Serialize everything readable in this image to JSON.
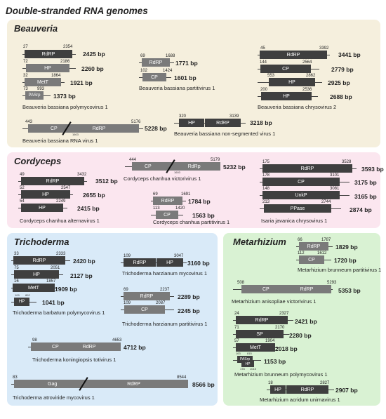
{
  "title": "Double-stranded RNA genomes",
  "panels": {
    "beauveria": {
      "title": "Beauveria",
      "viruses": {
        "v1": "Beauveria bassiana polymycovirus 1",
        "v2": "Beauveria bassiana partitivirus 1",
        "v3": "Beauveria bassiana chrysovirus 2",
        "v4": "Beauveria bassiana RNA virus 1",
        "v5": "Beauveria bassiana non-segmented virus 1"
      },
      "segments": {
        "s1": {
          "label": "RdRP",
          "start": "27",
          "end": "2354",
          "bp": "2425 bp"
        },
        "s2": {
          "label": "HP",
          "start": "72",
          "end": "2186",
          "bp": "2260 bp"
        },
        "s3": {
          "label": "MetT",
          "start": "32",
          "end": "1864",
          "bp": "1921 bp"
        },
        "s4": {
          "label": "PASrp",
          "start": "73",
          "end": "993",
          "bp": "1373 bp"
        },
        "s5": {
          "label": "RdRP",
          "start": "69",
          "end": "1688",
          "bp": "1771 bp"
        },
        "s6": {
          "label": "CP",
          "start": "102",
          "end": "1424",
          "bp": "1601 bp"
        },
        "s7": {
          "label": "RdRP",
          "start": "45",
          "end": "3392",
          "bp": "3441 bp"
        },
        "s8": {
          "label": "CP",
          "start": "144",
          "end": "2564",
          "bp": "2779 bp"
        },
        "s9": {
          "label": "HP",
          "start": "553",
          "end": "2862",
          "bp": "2925 bp"
        },
        "s10": {
          "label": "HP",
          "start": "200",
          "end": "2536",
          "bp": "2688 bp"
        },
        "s11": {
          "label1": "CP",
          "label2": "RdRP",
          "start": "443",
          "end": "5176",
          "bp": "5228 bp",
          "mid": "1603"
        },
        "s12": {
          "label1": "HP",
          "label2": "RdRP",
          "start": "320",
          "end": "3139",
          "bp": "3218 bp"
        }
      }
    },
    "cordyceps": {
      "title": "Cordyceps",
      "viruses": {
        "v1": "Cordyceps chanhua alternavirus 1",
        "v2": "Cordyceps chanhua victorivirus 1",
        "v3": "Cordyceps chanhua partitivirus 1",
        "v4": "Isaria javanica chrysovirus 1"
      },
      "segments": {
        "s1": {
          "label": "RdRP",
          "start": "49",
          "end": "3432",
          "bp": "3512 bp"
        },
        "s2": {
          "label": "HP",
          "start": "52",
          "end": "2547",
          "bp": "2655 bp"
        },
        "s3": {
          "label": "HP",
          "start": "54",
          "end": "2249",
          "bp": "2415 bp"
        },
        "s4": {
          "label1": "CP",
          "label2": "RdRp",
          "start": "444",
          "end": "5179",
          "bp": "5232 bp",
          "mid": "1603"
        },
        "s5": {
          "label": "RdRP",
          "start": "69",
          "end": "1691",
          "bp": "1784 bp"
        },
        "s6": {
          "label": "CP",
          "start": "113",
          "end": "1420",
          "bp": "1563 bp"
        },
        "s7": {
          "label": "RdRP",
          "start": "175",
          "end": "3528",
          "bp": "3593 bp"
        },
        "s8": {
          "label": "CP",
          "start": "178",
          "end": "3101",
          "bp": "3175 bp"
        },
        "s9": {
          "label": "UnkP",
          "start": "148",
          "end": "3081",
          "bp": "3165 bp"
        },
        "s10": {
          "label": "PPase",
          "start": "213",
          "end": "2744",
          "bp": "2874 bp"
        }
      }
    },
    "trichoderma": {
      "title": "Trichoderma",
      "viruses": {
        "v1": "Trichoderma barbatum polymycovirus 1",
        "v2": "Trichoderma harzianum mycovirus 1",
        "v3": "Trichoderma harzianum partitivirus 1",
        "v4": "Trichoderma koningiopsis totivirus 1",
        "v5": "Trichoderma atroviride mycovirus 1"
      },
      "segments": {
        "s1": {
          "label": "RdRP",
          "start": "33",
          "end": "2333",
          "bp": "2420 bp"
        },
        "s2": {
          "label": "HP",
          "start": "75",
          "end": "2051",
          "bp": "2127 bp"
        },
        "s3": {
          "label": "MetT",
          "start": "16",
          "end": "1857",
          "bp": "1909 bp"
        },
        "s4": {
          "label": "HP",
          "start": "109",
          "end": "892",
          "bp": "1041 bp"
        },
        "s5": {
          "label1": "RdRP",
          "label2": "HP",
          "start": "109",
          "end": "3047",
          "bp": "3160 bp"
        },
        "s6": {
          "label": "RdRP",
          "start": "69",
          "end": "2237",
          "bp": "2289 bp"
        },
        "s7": {
          "label": "CP",
          "start": "109",
          "end": "2087",
          "bp": "2245 bp"
        },
        "s8": {
          "label1": "CP",
          "label2": "RdRP",
          "start": "98",
          "end": "4653",
          "bp": "4712 bp"
        },
        "s9": {
          "label1": "Gag",
          "label2": "RdRP",
          "start": "83",
          "end": "8544",
          "bp": "8566 bp"
        }
      }
    },
    "metarhizium": {
      "title": "Metarhizium",
      "viruses": {
        "v1": "Metarhizium brunneum partitivirus 1",
        "v2": "Metarhizium anisopliae victorivirus 1",
        "v3": "Metarhizium brunneum polymycovirus 1",
        "v4": "Metarhizium acridum unirnavirus 1"
      },
      "segments": {
        "s1": {
          "label": "RdRP",
          "start": "66",
          "end": "1787",
          "bp": "1829 bp"
        },
        "s2": {
          "label": "CP",
          "start": "112",
          "end": "1612",
          "bp": "1720 bp"
        },
        "s3": {
          "label1": "CP",
          "label2": "RdRP",
          "start": "508",
          "end": "5293",
          "bp": "5353 bp"
        },
        "s4": {
          "label": "RdRP",
          "start": "24",
          "end": "2327",
          "bp": "2421 bp"
        },
        "s5": {
          "label": "SP",
          "start": "71",
          "end": "2170",
          "bp": "2280 bp"
        },
        "s6": {
          "label": "MetT",
          "start": "57",
          "end": "1904",
          "bp": "2018 bp"
        },
        "s7": {
          "label1": "PASrp",
          "label2": "HP",
          "start": "163",
          "end": "815",
          "start2": "178",
          "end2": "1015",
          "bp": "1153 bp"
        },
        "s8": {
          "label1": "HP",
          "label2": "RdRP",
          "start": "18",
          "end": "2827",
          "bp": "2907 bp"
        }
      }
    }
  },
  "colors": {
    "beauveria_bg": "#f5efdd",
    "cordyceps_bg": "#fbe6ef",
    "trichoderma_bg": "#d9eaf8",
    "metarhizium_bg": "#d9f2d3",
    "dark_orf": "#3f3f3f",
    "light_orf": "#7a7a7a"
  }
}
